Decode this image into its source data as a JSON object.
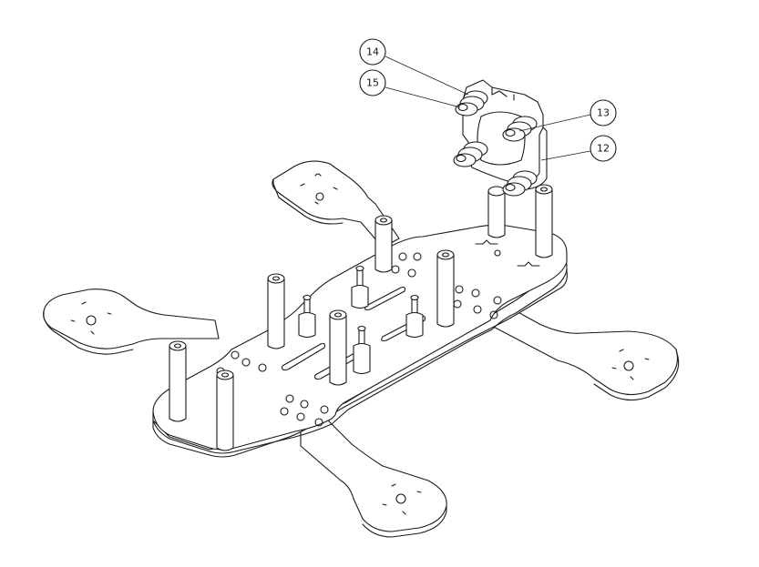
{
  "callouts": {
    "c14": {
      "label": "14"
    },
    "c15": {
      "label": "15"
    },
    "c13": {
      "label": "13"
    },
    "c12": {
      "label": "12"
    }
  },
  "colors": {
    "line": "#1a1a1a",
    "background": "#ffffff"
  }
}
